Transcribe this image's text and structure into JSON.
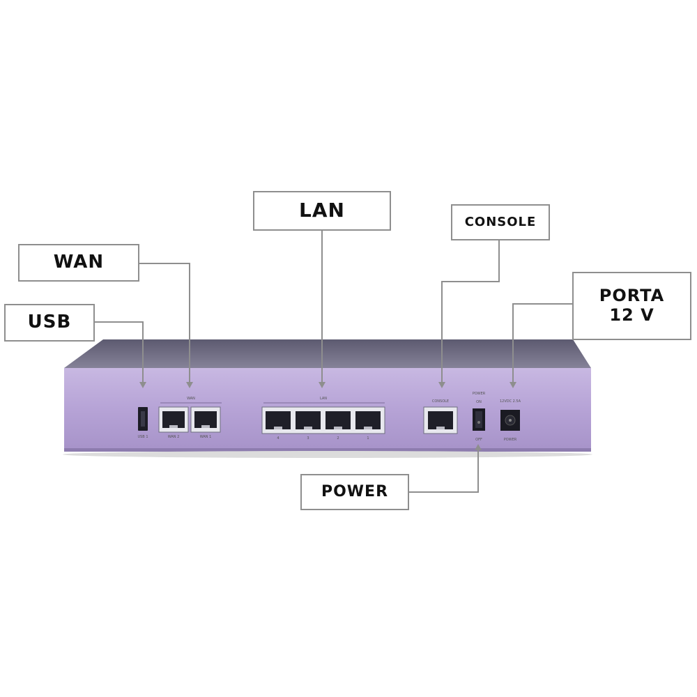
{
  "callouts": {
    "usb": "USB",
    "wan": "WAN",
    "lan": "LAN",
    "console": "CONSOLE",
    "porta_line1": "PORTA",
    "porta_line2": "12 V",
    "power": "POWER"
  },
  "panel_labels": {
    "wan_group": "WAN",
    "lan_group": "LAN",
    "usb_port": "USB 1",
    "wan2": "WAN 2",
    "wan1": "WAN 1",
    "lan4": "4",
    "lan3": "3",
    "lan2": "2",
    "lan1": "1",
    "console": "CONSOLE",
    "power_switch": "POWER",
    "switch_on": "ON",
    "switch_off": "OFF",
    "dc_rating": "12VDC 2.5A",
    "dc_power": "POWER"
  },
  "colors": {
    "chassis_front": "#b9a6d8",
    "chassis_top": "#6f6c84",
    "leader_line": "#8e8e8e",
    "callout_border": "#8e8e8e"
  }
}
